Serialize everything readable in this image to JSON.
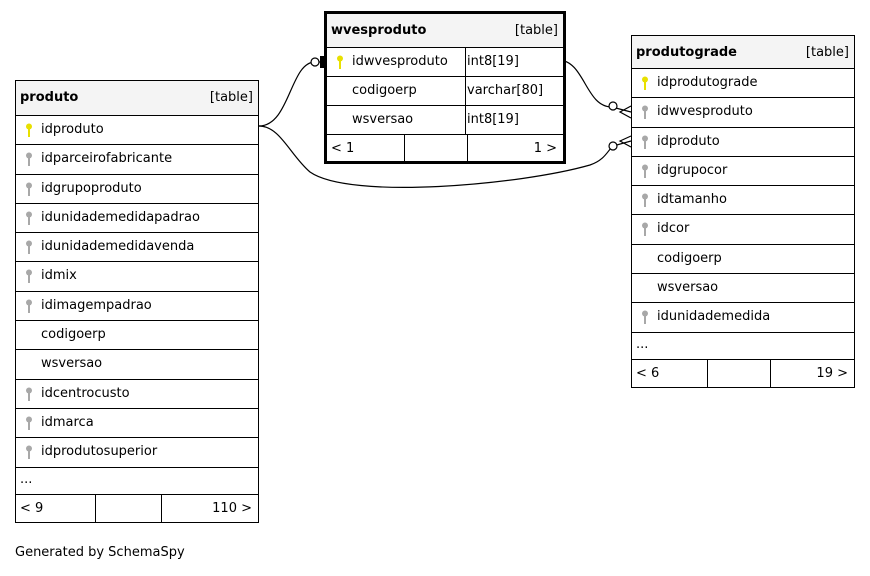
{
  "tables": {
    "produto": {
      "name": "produto",
      "kind": "[table]",
      "columns": [
        {
          "name": "idproduto",
          "key": "primary"
        },
        {
          "name": "idparceirofabricante",
          "key": "foreign"
        },
        {
          "name": "idgrupoproduto",
          "key": "foreign"
        },
        {
          "name": "idunidademedidapadrao",
          "key": "foreign"
        },
        {
          "name": "idunidademedidavenda",
          "key": "foreign"
        },
        {
          "name": "idmix",
          "key": "foreign"
        },
        {
          "name": "idimagempadrao",
          "key": "foreign"
        },
        {
          "name": "codigoerp",
          "key": "none"
        },
        {
          "name": "wsversao",
          "key": "none"
        },
        {
          "name": "idcentrocusto",
          "key": "foreign"
        },
        {
          "name": "idmarca",
          "key": "foreign"
        },
        {
          "name": "idprodutosuperior",
          "key": "foreign"
        }
      ],
      "more": "...",
      "parents": "< 9",
      "children": "110 >"
    },
    "wvesproduto": {
      "name": "wvesproduto",
      "kind": "[table]",
      "columns": [
        {
          "name": "idwvesproduto",
          "type": "int8[19]",
          "key": "primary"
        },
        {
          "name": "codigoerp",
          "type": "varchar[80]",
          "key": "none"
        },
        {
          "name": "wsversao",
          "type": "int8[19]",
          "key": "none"
        }
      ],
      "parents": "< 1",
      "children": "1 >"
    },
    "produtograde": {
      "name": "produtograde",
      "kind": "[table]",
      "columns": [
        {
          "name": "idprodutograde",
          "key": "primary"
        },
        {
          "name": "idwvesproduto",
          "key": "foreign"
        },
        {
          "name": "idproduto",
          "key": "foreign"
        },
        {
          "name": "idgrupocor",
          "key": "foreign"
        },
        {
          "name": "idtamanho",
          "key": "foreign"
        },
        {
          "name": "idcor",
          "key": "foreign"
        },
        {
          "name": "codigoerp",
          "key": "none"
        },
        {
          "name": "wsversao",
          "key": "none"
        },
        {
          "name": "idunidademedida",
          "key": "foreign"
        }
      ],
      "more": "...",
      "parents": "< 6",
      "children": "19 >"
    }
  },
  "colors": {
    "primary_key": "#e8e000",
    "foreign_key": "#a8a8a8",
    "header_bg": "#f4f4f4",
    "line": "#000000"
  },
  "footer": "Generated by SchemaSpy"
}
